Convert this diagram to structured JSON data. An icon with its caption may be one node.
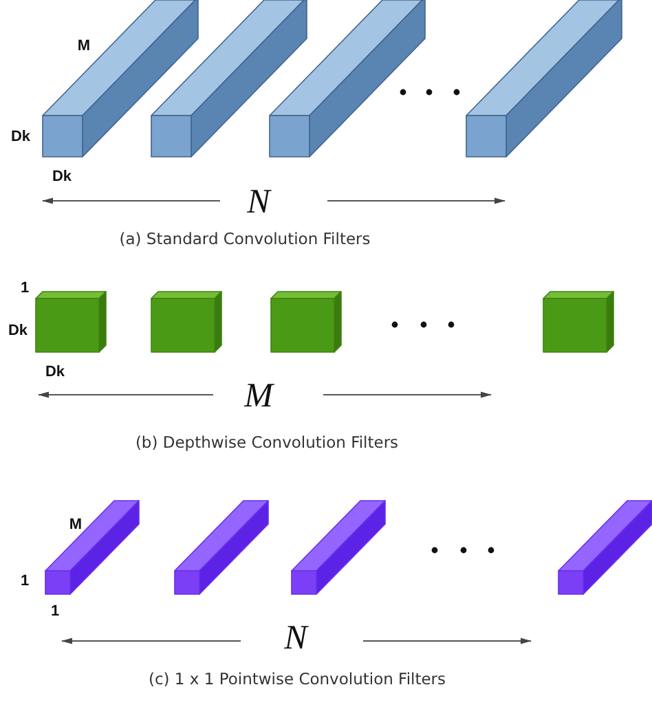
{
  "diagram": {
    "labels": [
      "M",
      "Dk",
      "Dk",
      "N",
      "(a) Standard Convolution Filters",
      "1",
      "Dk",
      "Dk",
      "M",
      "(b) Depthwise Convolution Filters",
      "M",
      "1",
      "1",
      "N",
      "(c) 1 x 1 Pointwise Convolution Filters"
    ]
  }
}
